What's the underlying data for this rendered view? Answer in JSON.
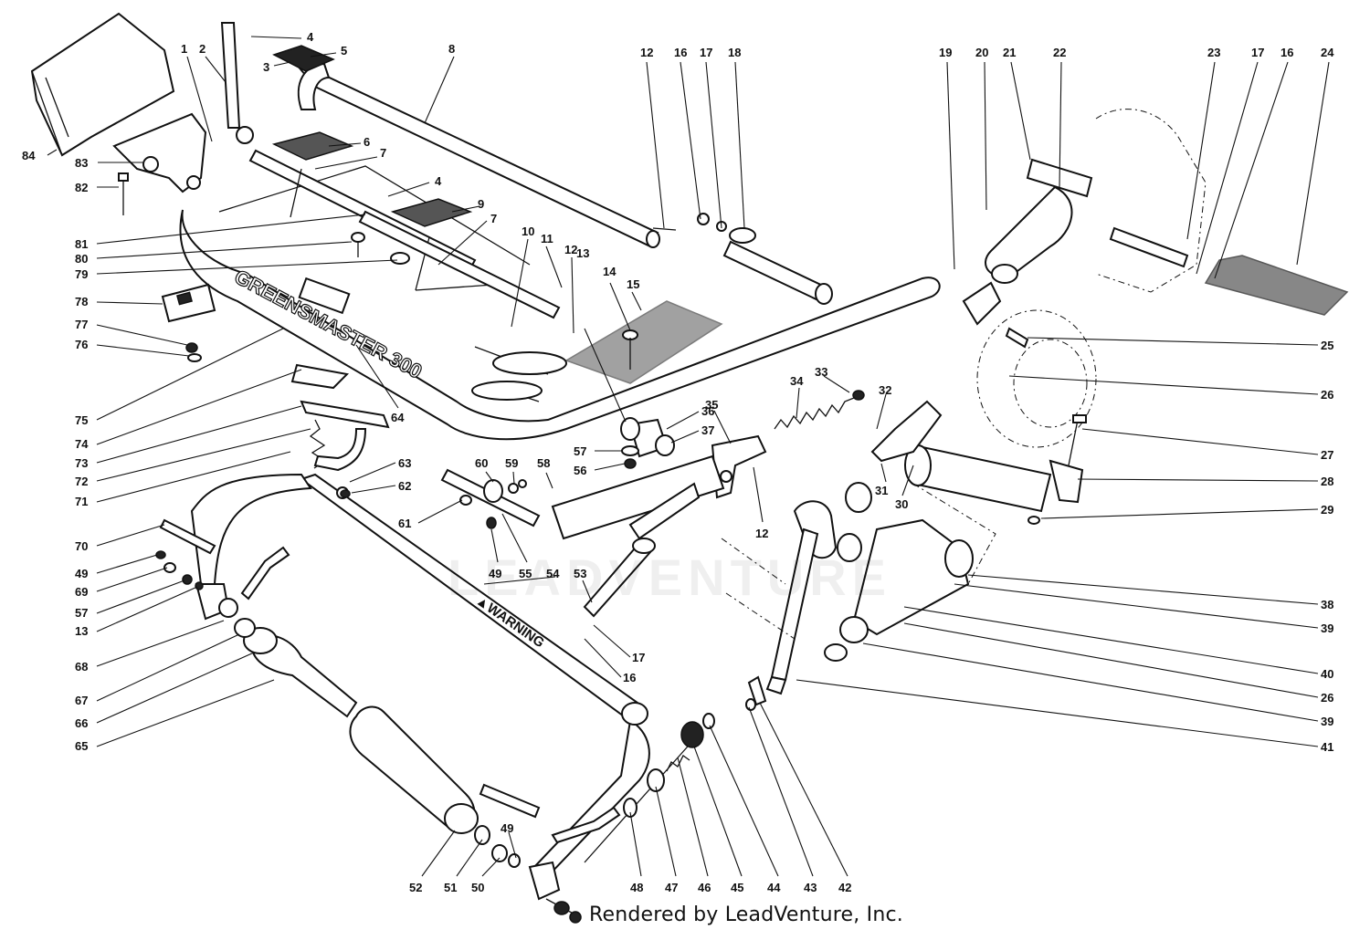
{
  "diagram": {
    "frame_stencil": "GREENSMASTER 300",
    "warning_label": "▲WARNING",
    "watermark": "LEADVENTURE",
    "credit": "Rendered by LeadVenture, Inc.",
    "callouts": [
      {
        "id": "c84",
        "text": "84"
      },
      {
        "id": "c1",
        "text": "1"
      },
      {
        "id": "c2",
        "text": "2"
      },
      {
        "id": "c4a",
        "text": "4"
      },
      {
        "id": "c5",
        "text": "5"
      },
      {
        "id": "c3",
        "text": "3"
      },
      {
        "id": "c8",
        "text": "8"
      },
      {
        "id": "c83",
        "text": "83"
      },
      {
        "id": "c82",
        "text": "82"
      },
      {
        "id": "c6",
        "text": "6"
      },
      {
        "id": "c7a",
        "text": "7"
      },
      {
        "id": "c4b",
        "text": "4"
      },
      {
        "id": "c9",
        "text": "9"
      },
      {
        "id": "c7b",
        "text": "7"
      },
      {
        "id": "c81",
        "text": "81"
      },
      {
        "id": "c80",
        "text": "80"
      },
      {
        "id": "c79",
        "text": "79"
      },
      {
        "id": "c78",
        "text": "78"
      },
      {
        "id": "c77",
        "text": "77"
      },
      {
        "id": "c76",
        "text": "76"
      },
      {
        "id": "c75",
        "text": "75"
      },
      {
        "id": "c74",
        "text": "74"
      },
      {
        "id": "c73",
        "text": "73"
      },
      {
        "id": "c72",
        "text": "72"
      },
      {
        "id": "c71",
        "text": "71"
      },
      {
        "id": "c70",
        "text": "70"
      },
      {
        "id": "c49a",
        "text": "49"
      },
      {
        "id": "c69",
        "text": "69"
      },
      {
        "id": "c57a",
        "text": "57"
      },
      {
        "id": "c13a",
        "text": "13"
      },
      {
        "id": "c68",
        "text": "68"
      },
      {
        "id": "c67",
        "text": "67"
      },
      {
        "id": "c66",
        "text": "66"
      },
      {
        "id": "c65",
        "text": "65"
      },
      {
        "id": "c12a",
        "text": "12"
      },
      {
        "id": "c16a",
        "text": "16"
      },
      {
        "id": "c17a",
        "text": "17"
      },
      {
        "id": "c18",
        "text": "18"
      },
      {
        "id": "c10",
        "text": "10"
      },
      {
        "id": "c11",
        "text": "11"
      },
      {
        "id": "c12b",
        "text": "12"
      },
      {
        "id": "c13b",
        "text": "13"
      },
      {
        "id": "c14",
        "text": "14"
      },
      {
        "id": "c15",
        "text": "15"
      },
      {
        "id": "c64",
        "text": "64"
      },
      {
        "id": "c63",
        "text": "63"
      },
      {
        "id": "c62",
        "text": "62"
      },
      {
        "id": "c60",
        "text": "60"
      },
      {
        "id": "c59",
        "text": "59"
      },
      {
        "id": "c58",
        "text": "58"
      },
      {
        "id": "c61",
        "text": "61"
      },
      {
        "id": "c49b",
        "text": "49"
      },
      {
        "id": "c55",
        "text": "55"
      },
      {
        "id": "c54",
        "text": "54"
      },
      {
        "id": "c53",
        "text": "53"
      },
      {
        "id": "c57b",
        "text": "57"
      },
      {
        "id": "c56",
        "text": "56"
      },
      {
        "id": "c36",
        "text": "36"
      },
      {
        "id": "c37",
        "text": "37"
      },
      {
        "id": "c35",
        "text": "35"
      },
      {
        "id": "c34",
        "text": "34"
      },
      {
        "id": "c33",
        "text": "33"
      },
      {
        "id": "c12c",
        "text": "12"
      },
      {
        "id": "c17b",
        "text": "17"
      },
      {
        "id": "c16b",
        "text": "16"
      },
      {
        "id": "c19",
        "text": "19"
      },
      {
        "id": "c20",
        "text": "20"
      },
      {
        "id": "c21",
        "text": "21"
      },
      {
        "id": "c22",
        "text": "22"
      },
      {
        "id": "c23",
        "text": "23"
      },
      {
        "id": "c17c",
        "text": "17"
      },
      {
        "id": "c16c",
        "text": "16"
      },
      {
        "id": "c24",
        "text": "24"
      },
      {
        "id": "c25",
        "text": "25"
      },
      {
        "id": "c26a",
        "text": "26"
      },
      {
        "id": "c27",
        "text": "27"
      },
      {
        "id": "c28",
        "text": "28"
      },
      {
        "id": "c29",
        "text": "29"
      },
      {
        "id": "c32",
        "text": "32"
      },
      {
        "id": "c31",
        "text": "31"
      },
      {
        "id": "c30",
        "text": "30"
      },
      {
        "id": "c38",
        "text": "38"
      },
      {
        "id": "c39a",
        "text": "39"
      },
      {
        "id": "c40",
        "text": "40"
      },
      {
        "id": "c26b",
        "text": "26"
      },
      {
        "id": "c39b",
        "text": "39"
      },
      {
        "id": "c41",
        "text": "41"
      },
      {
        "id": "c52",
        "text": "52"
      },
      {
        "id": "c51",
        "text": "51"
      },
      {
        "id": "c50",
        "text": "50"
      },
      {
        "id": "c49c",
        "text": "49"
      },
      {
        "id": "c48",
        "text": "48"
      },
      {
        "id": "c47",
        "text": "47"
      },
      {
        "id": "c46",
        "text": "46"
      },
      {
        "id": "c45",
        "text": "45"
      },
      {
        "id": "c44",
        "text": "44"
      },
      {
        "id": "c43",
        "text": "43"
      },
      {
        "id": "c42",
        "text": "42"
      }
    ]
  }
}
